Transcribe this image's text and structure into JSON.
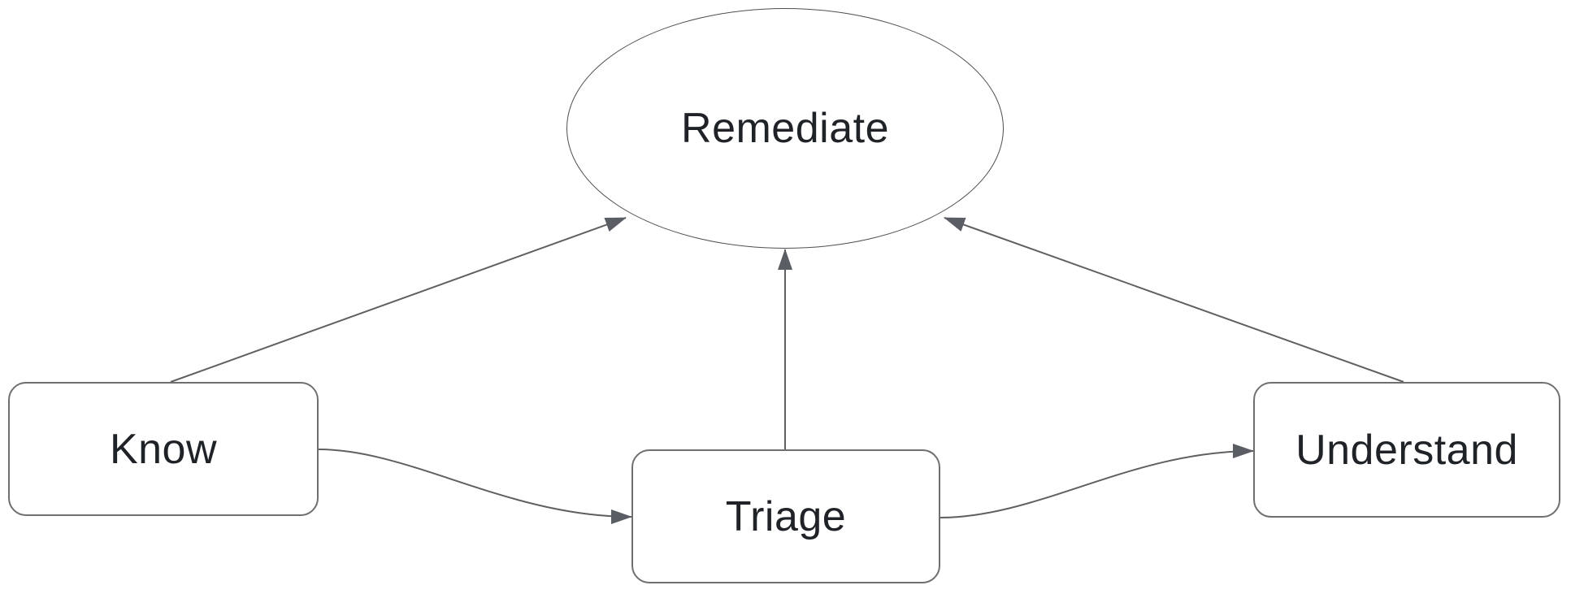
{
  "diagram": {
    "nodes": [
      {
        "id": "remediate",
        "label": "Remediate",
        "shape": "ellipse"
      },
      {
        "id": "know",
        "label": "Know",
        "shape": "rounded-rectangle"
      },
      {
        "id": "triage",
        "label": "Triage",
        "shape": "rounded-rectangle"
      },
      {
        "id": "understand",
        "label": "Understand",
        "shape": "rounded-rectangle"
      }
    ],
    "edges": [
      {
        "from": "know",
        "to": "remediate",
        "style": "straight",
        "arrow": "end"
      },
      {
        "from": "triage",
        "to": "remediate",
        "style": "straight",
        "arrow": "end"
      },
      {
        "from": "understand",
        "to": "remediate",
        "style": "straight",
        "arrow": "end"
      },
      {
        "from": "know",
        "to": "triage",
        "style": "curved",
        "arrow": "end"
      },
      {
        "from": "triage",
        "to": "understand",
        "style": "curved",
        "arrow": "end"
      }
    ],
    "colors": {
      "background": "#ffffff",
      "node_fill": "#ffffff",
      "rect_border": "#6f6f6f",
      "ellipse_border": "#4f4f4f",
      "edge_line": "#606060",
      "arrowhead": "#5a5d63",
      "text": "#1f2328"
    }
  }
}
